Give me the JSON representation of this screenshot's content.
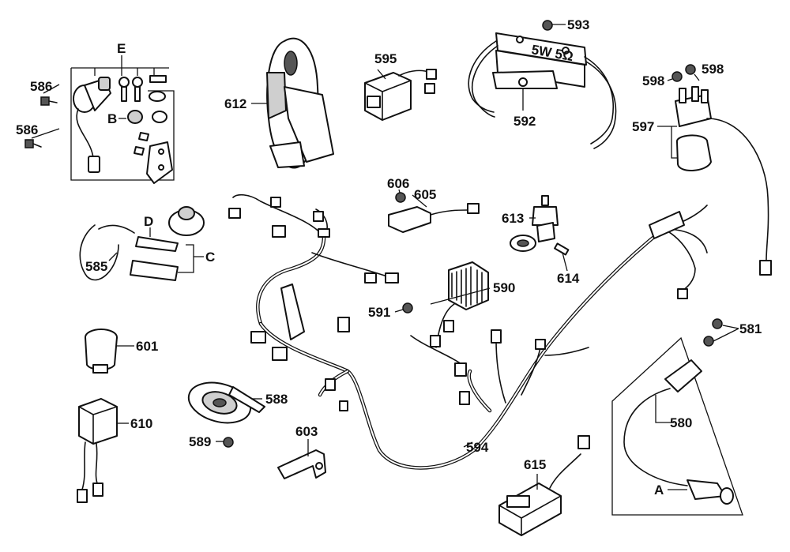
{
  "parts": {
    "p586a": "586",
    "p586b": "586",
    "E": "E",
    "B": "B",
    "p612": "612",
    "p595": "595",
    "p593": "593",
    "p592": "592",
    "p598a": "598",
    "p598b": "598",
    "p597": "597",
    "p606": "606",
    "p605": "605",
    "p613": "613",
    "p614": "614",
    "D": "D",
    "C": "C",
    "p585": "585",
    "p590": "590",
    "p591": "591",
    "p601": "601",
    "p581": "581",
    "p588": "588",
    "p610": "610",
    "p580": "580",
    "p589": "589",
    "p603": "603",
    "p594": "594",
    "p615": "615",
    "A": "A"
  },
  "relay_marking": "5W 5Ω"
}
